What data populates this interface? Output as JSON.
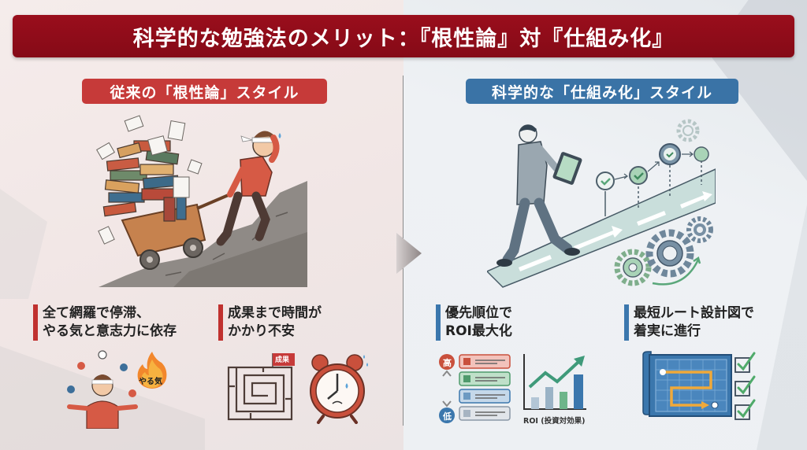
{
  "header": {
    "title": "科学的な勉強法のメリット：『根性論』対『仕組み化』"
  },
  "colors": {
    "title_bg": "#8e0c19",
    "left_accent": "#c63a39",
    "right_accent": "#3a73a6",
    "left_bg": "#f3e9e8",
    "right_bg": "#edf0f3",
    "green": "#5aa77a"
  },
  "left": {
    "label": "従来の「根性論」スタイル",
    "main_illustration": "man-pushing-overloaded-book-cart-uphill",
    "points": [
      {
        "line1": "全て網羅で停滞、",
        "line2": "やる気と意志力に依存",
        "illustration": "juggling-stressed-person-with-motivation-flame",
        "flame_label": "やる気"
      },
      {
        "line1": "成果まで時間が",
        "line2": "かかり不安",
        "illustration": "maze-and-alarm-clock",
        "flag_label": "成果"
      }
    ]
  },
  "right": {
    "label": "科学的な「仕組み化」スタイル",
    "main_illustration": "businessman-walking-on-road-with-tablet-checkpoints-gears",
    "points": [
      {
        "line1": "優先順位で",
        "line2": "ROI最大化",
        "illustration": "priority-list-and-growth-chart",
        "high_label": "高",
        "low_label": "低",
        "chart_caption": "ROI (投資対効果)"
      },
      {
        "line1": "最短ルート設計図で",
        "line2": "着実に進行",
        "illustration": "blueprint-route-and-checklist"
      }
    ]
  }
}
